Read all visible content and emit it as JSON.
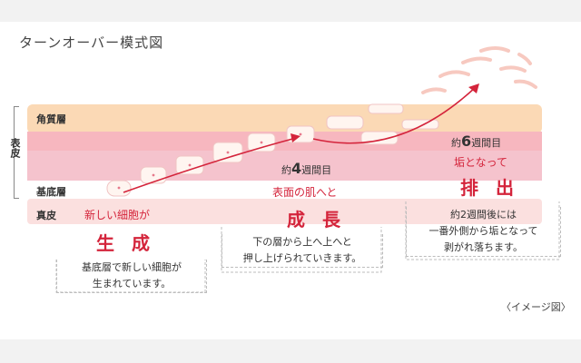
{
  "title": "ターンオーバー模式図",
  "layers": {
    "stratum_corneum": "角質層",
    "basal_layer": "基底層",
    "dermis": "真皮",
    "epidermis": "表皮"
  },
  "stages": {
    "generation": {
      "subtitle": "新しい細胞が",
      "title": "生 成",
      "desc_line1": "基底層で新しい細胞が",
      "desc_line2": "生まれています。"
    },
    "growth": {
      "week_prefix": "約",
      "week_num": "4",
      "week_suffix": "週間目",
      "subtitle": "表面の肌へと",
      "title": "成 長",
      "desc_line1": "下の層から上へ上へと",
      "desc_line2": "押し上げられていきます。"
    },
    "excretion": {
      "week_prefix": "約",
      "week_num": "6",
      "week_suffix": "週間目",
      "subtitle": "垢となって",
      "title": "排 出",
      "desc_line1": "約2週間後には",
      "desc_line2": "一番外側から垢となって",
      "desc_line3": "剥がれ落ちます。"
    }
  },
  "footnote": "〈イメージ図〉",
  "colors": {
    "corneum": "#fbd9b5",
    "band": "#f7b7bf",
    "pink_layer": "#f5c3cd",
    "basal": "#ffffff",
    "dermis": "#fbe0df",
    "accent": "#d4243b"
  }
}
